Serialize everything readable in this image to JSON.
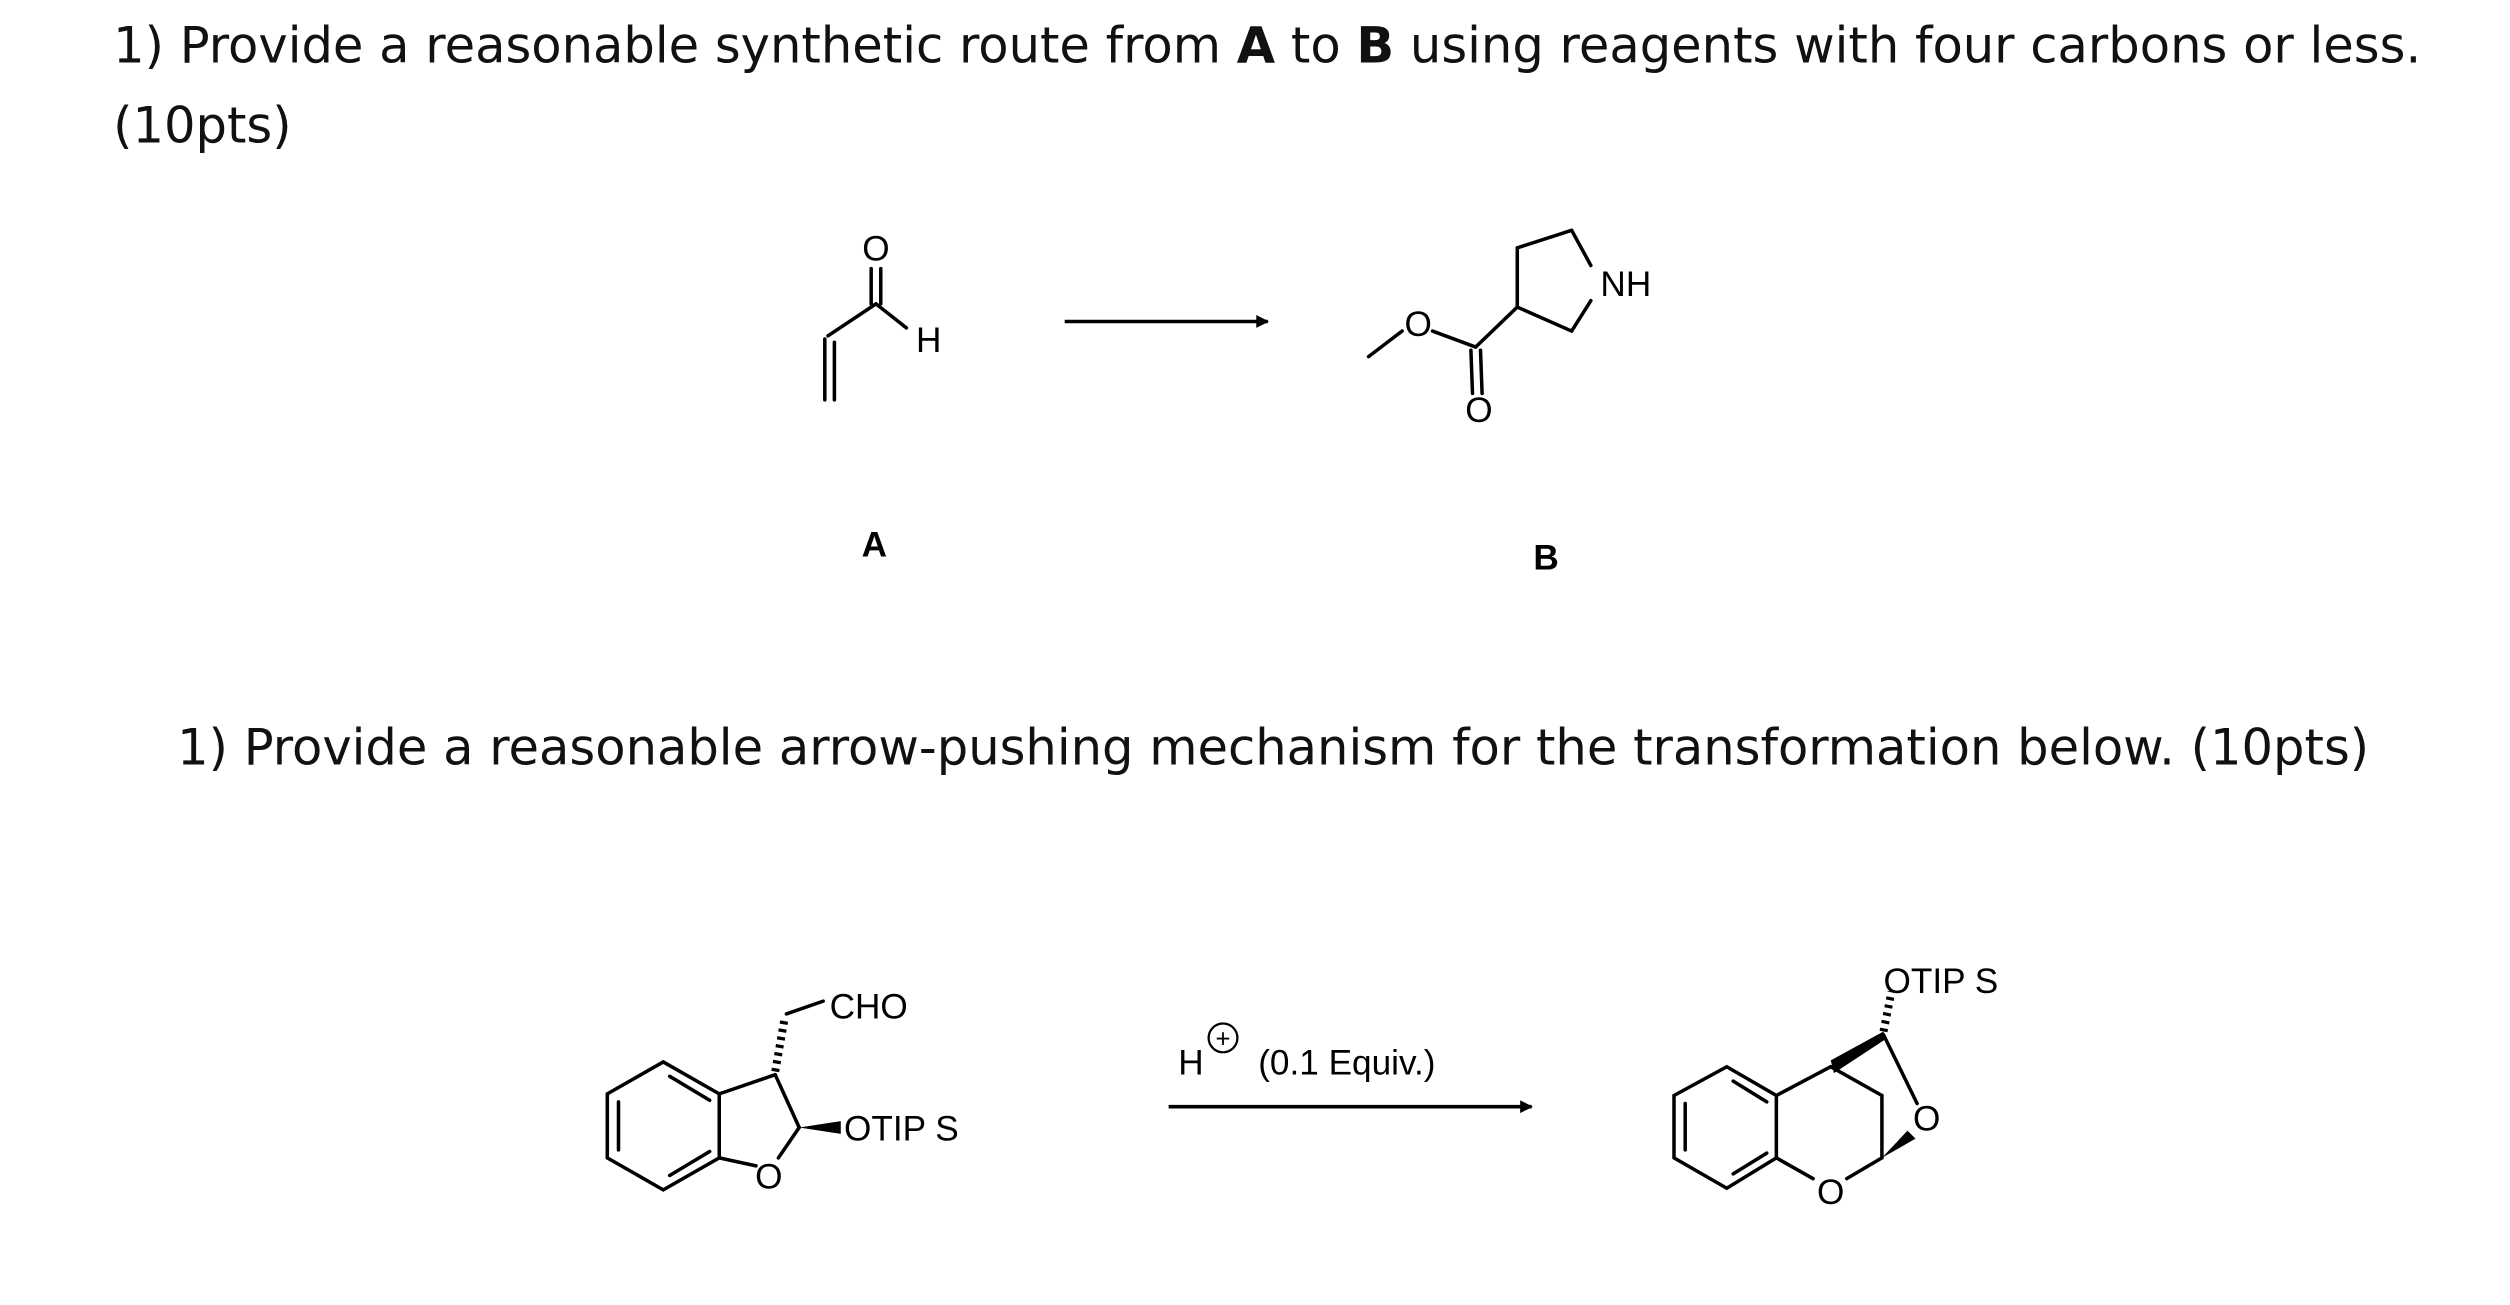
{
  "question1": {
    "prefix": "1) Provide a reasonable synthetic route from ",
    "a": "A",
    "to": " to ",
    "b": "B",
    "suffix": " using reagents with four carbons or less.",
    "points": "(10pts)"
  },
  "scheme1": {
    "compound_a": {
      "label": "A",
      "atoms": {
        "o": "O",
        "h": "H"
      }
    },
    "compound_b": {
      "label": "B",
      "atoms": {
        "o_ether": "O",
        "o_carbonyl": "O",
        "nh": "NH"
      }
    }
  },
  "question2": {
    "text": "1) Provide a reasonable arrow-pushing mechanism for the transformation below. (10pts)"
  },
  "scheme2": {
    "reactant": {
      "cho": "CHO",
      "otips": "OTIP S",
      "o_ring": "O"
    },
    "reagent": {
      "h": "H",
      "charge": "+",
      "equiv": "(0.1 Equiv.)"
    },
    "product": {
      "otips": "OTIP S",
      "o_ring": "O",
      "o_bridge": "O"
    }
  }
}
